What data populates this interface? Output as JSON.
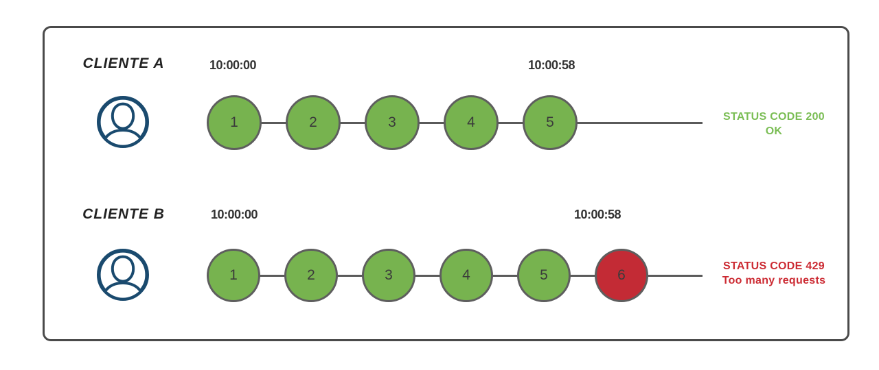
{
  "diagram": {
    "rows": [
      {
        "client_label": "CLIENTE A",
        "client_icon": "user-circle-icon",
        "start_time": "10:00:00",
        "end_time": "10:00:58",
        "requests": [
          {
            "number": "1",
            "status": "ok"
          },
          {
            "number": "2",
            "status": "ok"
          },
          {
            "number": "3",
            "status": "ok"
          },
          {
            "number": "4",
            "status": "ok"
          },
          {
            "number": "5",
            "status": "ok"
          }
        ],
        "status_line1": "STATUS CODE 200",
        "status_line2": "OK",
        "status_color": "#7abd54"
      },
      {
        "client_label": "CLIENTE B",
        "client_icon": "user-circle-icon",
        "start_time": "10:00:00",
        "end_time": "10:00:58",
        "requests": [
          {
            "number": "1",
            "status": "ok"
          },
          {
            "number": "2",
            "status": "ok"
          },
          {
            "number": "3",
            "status": "ok"
          },
          {
            "number": "4",
            "status": "ok"
          },
          {
            "number": "5",
            "status": "ok"
          },
          {
            "number": "6",
            "status": "limited"
          }
        ],
        "status_line1": "STATUS CODE 429",
        "status_line2": "Too many requests",
        "status_color": "#cc2b33"
      }
    ]
  },
  "colors": {
    "frame_border": "#4a4a4a",
    "line": "#5a5a5a",
    "circle_border": "#5e5e5e",
    "ok_circle": "#77b34f",
    "limited_circle": "#c32b35",
    "icon_navy": "#1a4a6e",
    "timestamp_text": "#333333",
    "number_text": "#3b3b3b",
    "label_text": "#222222"
  }
}
